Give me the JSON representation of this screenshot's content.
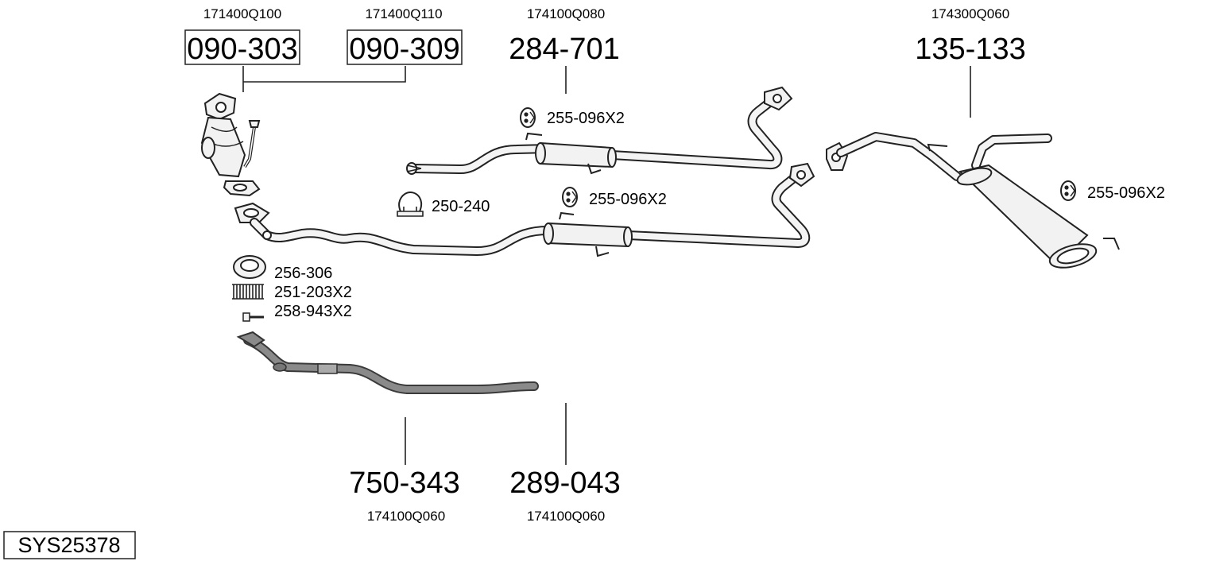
{
  "diagram": {
    "system_id": "SYS25378",
    "parts": [
      {
        "id": "catalyst-a",
        "part_no": "090-303",
        "oem": "171400Q100",
        "boxed": true
      },
      {
        "id": "catalyst-b",
        "part_no": "090-309",
        "oem": "171400Q110",
        "boxed": true
      },
      {
        "id": "middle-silencer-upper",
        "part_no": "284-701",
        "oem": "174100Q080",
        "boxed": false
      },
      {
        "id": "rear-silencer",
        "part_no": "135-133",
        "oem": "174300Q060",
        "boxed": false
      },
      {
        "id": "front-pipe",
        "part_no": "750-343",
        "oem": "174100Q060",
        "boxed": false
      },
      {
        "id": "middle-silencer-lower",
        "part_no": "289-043",
        "oem": "174100Q060",
        "boxed": false
      }
    ],
    "accessories": [
      {
        "id": "rubber-mount-upper",
        "label": "255-096X2",
        "icon": "rubber-mount-icon"
      },
      {
        "id": "clamp",
        "label": "250-240",
        "icon": "clamp-icon"
      },
      {
        "id": "rubber-mount-middle",
        "label": "255-096X2",
        "icon": "rubber-mount-icon"
      },
      {
        "id": "rubber-mount-rear",
        "label": "255-096X2",
        "icon": "rubber-mount-icon"
      },
      {
        "id": "gasket",
        "label": "256-306",
        "icon": "gasket-ring-icon"
      },
      {
        "id": "spring",
        "label": "251-203X2",
        "icon": "spring-icon"
      },
      {
        "id": "bolt",
        "label": "258-943X2",
        "icon": "bolt-icon"
      }
    ]
  }
}
